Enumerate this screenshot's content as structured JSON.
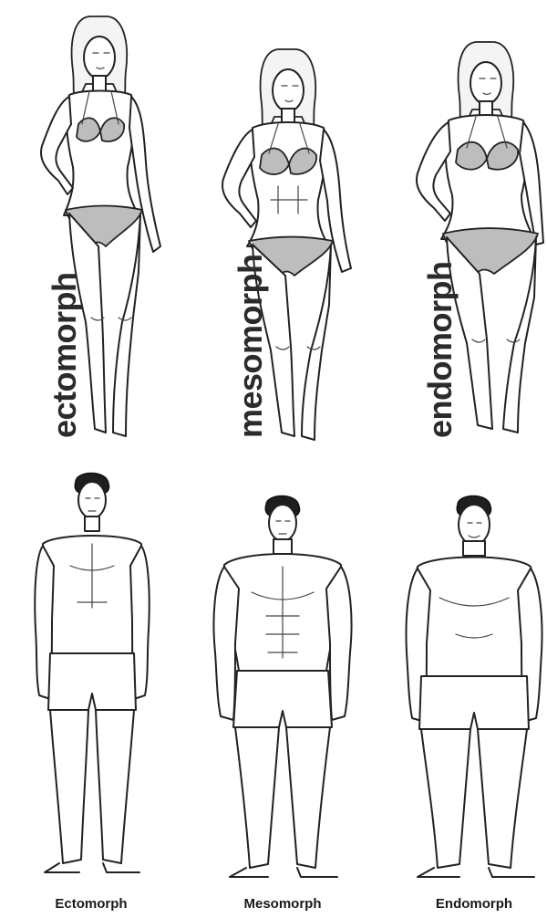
{
  "female_labels": [
    "ectomorph",
    "mesomorph",
    "endomorph"
  ],
  "male_labels": [
    "Ectomorph",
    "Mesomorph",
    "Endomorph"
  ]
}
